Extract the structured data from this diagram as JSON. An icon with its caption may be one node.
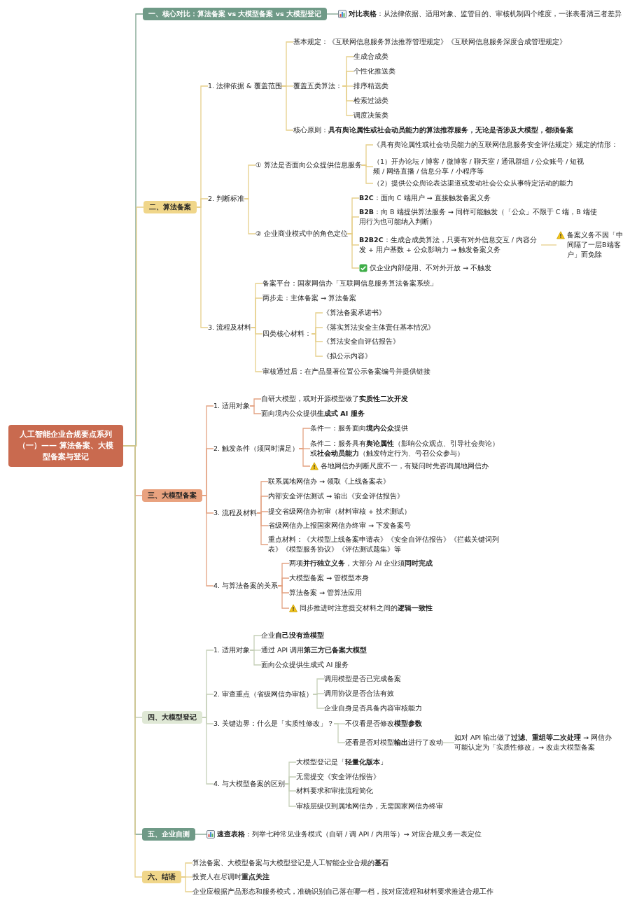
{
  "diagram": {
    "nodes": [
      {
        "text": [
          "人工智能企业合规要点系列（一）—— 算法备案、大模型备案与登记"
        ]
      },
      {
        "text": [
          "一、核心对比：算法备案 vs 大模型备案 vs 大模型登记"
        ]
      },
      {
        "text": [
          "**对比表格**：从法律依据、适用对象、监管目的、审核机制四个维度，一张表看清三者差异"
        ]
      },
      {
        "text": [
          "二、算法备案"
        ]
      },
      {
        "text": [
          "1. 法律依据 & 覆盖范围"
        ]
      },
      {
        "text": [
          "基本规定：《互联网信息服务算法推荐管理规定》《互联网信息服务深度合成管理规定》"
        ]
      },
      {
        "text": [
          "覆盖五类算法："
        ]
      },
      {
        "text": [
          "生成合成类"
        ]
      },
      {
        "text": [
          "个性化推送类"
        ]
      },
      {
        "text": [
          "排序精选类"
        ]
      },
      {
        "text": [
          "检索过滤类"
        ]
      },
      {
        "text": [
          "调度决策类"
        ]
      },
      {
        "text": [
          "核心原则：**具有舆论属性或社会动员能力的算法推荐服务，无论是否涉及大模型，都须备案**"
        ]
      },
      {
        "text": [
          "2. 判断标准"
        ]
      },
      {
        "text": [
          "① 算法是否面向公众提供信息服务"
        ]
      },
      {
        "text": [
          "《具有舆论属性或社会动员能力的互联网信息服务安全评估规定》规定的情形："
        ]
      },
      {
        "text": [
          "（1）开办论坛 / 博客 / 微博客 / 聊天室 / 通讯群组 / 公众账号 / 短视频 / 网络直播 / 信息分享 / 小程序等"
        ]
      },
      {
        "text": [
          "（2）提供公众舆论表达渠道或发动社会公众从事特定活动的能力"
        ]
      },
      {
        "text": [
          "② 企业商业模式中的角色定位"
        ]
      },
      {
        "text": [
          "**B2C**：面向 C 端用户 → 直接触发备案义务"
        ]
      },
      {
        "text": [
          "**B2B**：向 B 端提供算法服务 → 同样可能触发（「公众」不限于 C 端，B 端使用行为也可能纳入判断）"
        ]
      },
      {
        "text": [
          "**B2B2C**：生成合成类算法，只要有对外信息交互 / 内容分发 + 用户基数 + 公众影响力 → 触发备案义务"
        ]
      },
      {
        "text": [
          "备案义务不因「中间隔了一层B端客户」而免除"
        ]
      },
      {
        "text": [
          "仅企业内部使用、不对外开放 → 不触发"
        ]
      },
      {
        "text": [
          "3. 流程及材料"
        ]
      },
      {
        "text": [
          "备案平台：国家网信办「互联网信息服务算法备案系统」"
        ]
      },
      {
        "text": [
          "两步走：主体备案 → 算法备案"
        ]
      },
      {
        "text": [
          "四类核心材料："
        ]
      },
      {
        "text": [
          "《算法备案承诺书》"
        ]
      },
      {
        "text": [
          "《落实算法安全主体责任基本情况》"
        ]
      },
      {
        "text": [
          "《算法安全自评估报告》"
        ]
      },
      {
        "text": [
          "《拟公示内容》"
        ]
      },
      {
        "text": [
          "审核通过后：在产品显著位置公示备案编号并提供链接"
        ]
      },
      {
        "text": [
          "三、大模型备案"
        ]
      },
      {
        "text": [
          "1. 适用对象"
        ]
      },
      {
        "text": [
          "自研大模型，或对开源模型做了**实质性二次开发**"
        ]
      },
      {
        "text": [
          "面向境内公众提供**生成式 AI 服务**"
        ]
      },
      {
        "text": [
          "2. 触发条件（须同时满足）"
        ]
      },
      {
        "text": [
          "条件一：服务面向**境内公众**提供"
        ]
      },
      {
        "text": [
          "条件二：服务具有**舆论属性**（影响公众观点、引导社会舆论）或**社会动员能力**（触发特定行为、号召公众参与）"
        ]
      },
      {
        "text": [
          "各地网信办判断尺度不一，有疑问时先咨询属地网信办"
        ]
      },
      {
        "text": [
          "3. 流程及材料"
        ]
      },
      {
        "text": [
          "联系属地网信办 → 领取《上线备案表》"
        ]
      },
      {
        "text": [
          "内部安全评估测试 → 输出《安全评估报告》"
        ]
      },
      {
        "text": [
          "提交省级网信办初审（材料审核 + 技术测试）"
        ]
      },
      {
        "text": [
          "省级网信办上报国家网信办终审 → 下发备案号"
        ]
      },
      {
        "text": [
          "重点材料：《大模型上线备案申请表》《安全自评估报告》《拦截关键词列表》《模型服务协议》《评估测试题集》等"
        ]
      },
      {
        "text": [
          "4. 与算法备案的关系"
        ]
      },
      {
        "text": [
          "两项**并行独立义务**，大部分 AI 企业须**同时完成**"
        ]
      },
      {
        "text": [
          "大模型备案 → 管模型本身"
        ]
      },
      {
        "text": [
          "算法备案 → 管算法应用"
        ]
      },
      {
        "text": [
          "同步推进时注意提交材料之间的**逻辑一致性**"
        ]
      },
      {
        "text": [
          "四、大模型登记"
        ]
      },
      {
        "text": [
          "1. 适用对象"
        ]
      },
      {
        "text": [
          "企业**自己没有造模型**"
        ]
      },
      {
        "text": [
          "通过 API 调用**第三方已备案大模型**"
        ]
      },
      {
        "text": [
          "面向公众提供生成式 AI 服务"
        ]
      },
      {
        "text": [
          "2. 审查重点（省级网信办审核）"
        ]
      },
      {
        "text": [
          "调用模型是否已完成备案"
        ]
      },
      {
        "text": [
          "调用协议是否合法有效"
        ]
      },
      {
        "text": [
          "企业自身是否具备内容审核能力"
        ]
      },
      {
        "text": [
          "3. 关键边界：什么是「实质性修改」？"
        ]
      },
      {
        "text": [
          "不仅看是否修改**模型参数**"
        ]
      },
      {
        "text": [
          "还看是否对模型**输出**进行了改动"
        ]
      },
      {
        "text": [
          "如对 API 输出做了**过滤、重组等二次处理** → 网信办可能认定为「实质性修改」→ 改走大模型备案"
        ]
      },
      {
        "text": [
          "4. 与大模型备案的区别"
        ]
      },
      {
        "text": [
          "大模型登记是「**轻量化版本**」"
        ]
      },
      {
        "text": [
          "无需提交《安全评估报告》"
        ]
      },
      {
        "text": [
          "材料要求和审批流程简化"
        ]
      },
      {
        "text": [
          "审核层级仅到属地网信办，无需国家网信办终审"
        ]
      },
      {
        "text": [
          "五、企业自测"
        ]
      },
      {
        "text": [
          "**速查表格**：列举七种常见业务模式（自研 / 调 API / 内用等）→ 对应合规义务一表定位"
        ]
      },
      {
        "text": [
          "六、结语"
        ]
      },
      {
        "text": [
          "算法备案、大模型备案与大模型登记是人工智能企业合规的**基石**"
        ]
      },
      {
        "text": [
          "投资人在尽调时**重点关注**"
        ]
      },
      {
        "text": [
          "企业应根据产品形态和服务模式，准确识别自己落在哪一档，按对应流程和材料要求推进合规工作"
        ]
      }
    ],
    "edges": [
      {
        "from": 0,
        "to": 1,
        "arrow": "none",
        "color": "#7aa08c"
      },
      {
        "from": 1,
        "to": 2,
        "arrow": "none",
        "color": "#7aa08c"
      },
      {
        "from": 0,
        "to": 3,
        "arrow": "none"
      },
      {
        "from": 3,
        "to": 4,
        "arrow": "none"
      },
      {
        "from": 4,
        "to": 5,
        "arrow": "none"
      },
      {
        "from": 4,
        "to": 6,
        "arrow": "none"
      },
      {
        "from": 6,
        "to": 7,
        "arrow": "none"
      },
      {
        "from": 6,
        "to": 8,
        "arrow": "none"
      },
      {
        "from": 6,
        "to": 9,
        "arrow": "none"
      },
      {
        "from": 6,
        "to": 10,
        "arrow": "none"
      },
      {
        "from": 6,
        "to": 11,
        "arrow": "none"
      },
      {
        "from": 4,
        "to": 12,
        "arrow": "none"
      },
      {
        "from": 3,
        "to": 13,
        "arrow": "none"
      },
      {
        "from": 13,
        "to": 14,
        "arrow": "none"
      },
      {
        "from": 14,
        "to": 15,
        "arrow": "none"
      },
      {
        "from": 14,
        "to": 16,
        "arrow": "none"
      },
      {
        "from": 14,
        "to": 17,
        "arrow": "none"
      },
      {
        "from": 13,
        "to": 18,
        "arrow": "none"
      },
      {
        "from": 18,
        "to": 19,
        "arrow": "none"
      },
      {
        "from": 18,
        "to": 20,
        "arrow": "none"
      },
      {
        "from": 18,
        "to": 21,
        "arrow": "none"
      },
      {
        "from": 21,
        "to": 22,
        "arrow": "none"
      },
      {
        "from": 18,
        "to": 23,
        "arrow": "none"
      },
      {
        "from": 3,
        "to": 24,
        "arrow": "none"
      },
      {
        "from": 24,
        "to": 25,
        "arrow": "none"
      },
      {
        "from": 24,
        "to": 26,
        "arrow": "none"
      },
      {
        "from": 24,
        "to": 27,
        "arrow": "none"
      },
      {
        "from": 27,
        "to": 28,
        "arrow": "none"
      },
      {
        "from": 27,
        "to": 29,
        "arrow": "none"
      },
      {
        "from": 27,
        "to": 30,
        "arrow": "none"
      },
      {
        "from": 27,
        "to": 31,
        "arrow": "none"
      },
      {
        "from": 24,
        "to": 32,
        "arrow": "none"
      },
      {
        "from": 0,
        "to": 33,
        "arrow": "none",
        "color": "#e3a383"
      },
      {
        "from": 33,
        "to": 34,
        "arrow": "none",
        "color": "#e3a383"
      },
      {
        "from": 34,
        "to": 35,
        "arrow": "none",
        "color": "#e3a383"
      },
      {
        "from": 34,
        "to": 36,
        "arrow": "none",
        "color": "#e3a383"
      },
      {
        "from": 33,
        "to": 37,
        "arrow": "none",
        "color": "#e3a383"
      },
      {
        "from": 37,
        "to": 38,
        "arrow": "none",
        "color": "#e3a383"
      },
      {
        "from": 37,
        "to": 39,
        "arrow": "none",
        "color": "#e3a383"
      },
      {
        "from": 37,
        "to": 40,
        "arrow": "none",
        "color": "#e3a383"
      },
      {
        "from": 33,
        "to": 41,
        "arrow": "none",
        "color": "#e3a383"
      },
      {
        "from": 41,
        "to": 42,
        "arrow": "none",
        "color": "#e3a383"
      },
      {
        "from": 41,
        "to": 43,
        "arrow": "none",
        "color": "#e3a383"
      },
      {
        "from": 41,
        "to": 44,
        "arrow": "none",
        "color": "#e3a383"
      },
      {
        "from": 41,
        "to": 45,
        "arrow": "none",
        "color": "#e3a383"
      },
      {
        "from": 41,
        "to": 46,
        "arrow": "none",
        "color": "#e3a383"
      },
      {
        "from": 33,
        "to": 47,
        "arrow": "none",
        "color": "#e3a383"
      },
      {
        "from": 47,
        "to": 48,
        "arrow": "none",
        "color": "#e3a383"
      },
      {
        "from": 47,
        "to": 49,
        "arrow": "none",
        "color": "#e3a383"
      },
      {
        "from": 47,
        "to": 50,
        "arrow": "none",
        "color": "#e3a383"
      },
      {
        "from": 47,
        "to": 51,
        "arrow": "none",
        "color": "#e3a383"
      },
      {
        "from": 0,
        "to": 52,
        "arrow": "none",
        "color": "#c5d0b8"
      },
      {
        "from": 52,
        "to": 53,
        "arrow": "none",
        "color": "#c5d0b8"
      },
      {
        "from": 53,
        "to": 54,
        "arrow": "none",
        "color": "#c5d0b8"
      },
      {
        "from": 53,
        "to": 55,
        "arrow": "none",
        "color": "#c5d0b8"
      },
      {
        "from": 53,
        "to": 56,
        "arrow": "none",
        "color": "#c5d0b8"
      },
      {
        "from": 52,
        "to": 57,
        "arrow": "none",
        "color": "#c5d0b8"
      },
      {
        "from": 57,
        "to": 58,
        "arrow": "none",
        "color": "#c5d0b8"
      },
      {
        "from": 57,
        "to": 59,
        "arrow": "none",
        "color": "#c5d0b8"
      },
      {
        "from": 57,
        "to": 60,
        "arrow": "none",
        "color": "#c5d0b8"
      },
      {
        "from": 52,
        "to": 61,
        "arrow": "none",
        "color": "#c5d0b8"
      },
      {
        "from": 61,
        "to": 62,
        "arrow": "none",
        "color": "#c5d0b8"
      },
      {
        "from": 61,
        "to": 63,
        "arrow": "none",
        "color": "#c5d0b8"
      },
      {
        "from": 63,
        "to": 64,
        "arrow": "none",
        "color": "#c5d0b8"
      },
      {
        "from": 52,
        "to": 65,
        "arrow": "none",
        "color": "#c5d0b8"
      },
      {
        "from": 65,
        "to": 66,
        "arrow": "none",
        "color": "#c5d0b8"
      },
      {
        "from": 65,
        "to": 67,
        "arrow": "none",
        "color": "#c5d0b8"
      },
      {
        "from": 65,
        "to": 68,
        "arrow": "none",
        "color": "#c5d0b8"
      },
      {
        "from": 65,
        "to": 69,
        "arrow": "none",
        "color": "#c5d0b8"
      },
      {
        "from": 0,
        "to": 70,
        "arrow": "none",
        "color": "#7aa08c"
      },
      {
        "from": 70,
        "to": 71,
        "arrow": "none",
        "color": "#7aa08c"
      },
      {
        "from": 0,
        "to": 72,
        "arrow": "none"
      },
      {
        "from": 72,
        "to": 73,
        "arrow": "none"
      },
      {
        "from": 72,
        "to": 74,
        "arrow": "none"
      },
      {
        "from": 72,
        "to": 75,
        "arrow": "none"
      }
    ]
  }
}
